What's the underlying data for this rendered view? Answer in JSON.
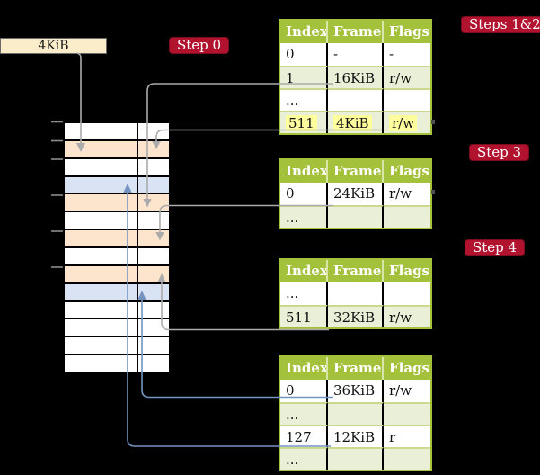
{
  "colors": {
    "background": "#000000",
    "table_header_green": "#a4c13c",
    "table_shaded_row_green": "#eaf0d8",
    "highlight_yellow": "#ffff9e",
    "step_label_crimson": "#b1122e",
    "memory_page_table_peach": "#fde5cd",
    "memory_mapped_page_blue": "#dae3f3",
    "page_size_box_cream": "#fcedca",
    "connector_gray": "#ababab",
    "connector_blue": "#7493c0"
  },
  "page_size_box": {
    "label": "4KiB"
  },
  "step_labels": {
    "step0": "Step 0",
    "steps12": "Steps 1&2",
    "step3": "Step 3",
    "step4": "Step 4"
  },
  "tables": [
    {
      "headers": [
        "Index",
        "Frame",
        "Flags"
      ],
      "rows": [
        {
          "cells": [
            "0",
            "-",
            "-"
          ]
        },
        {
          "cells": [
            "1",
            "16KiB",
            "r/w"
          ]
        },
        {
          "cells": [
            "...",
            "",
            ""
          ]
        },
        {
          "cells": [
            "511",
            "4KiB",
            "r/w"
          ],
          "highlighted": true
        }
      ]
    },
    {
      "headers": [
        "Index",
        "Frame",
        "Flags"
      ],
      "rows": [
        {
          "cells": [
            "0",
            "24KiB",
            "r/w"
          ]
        },
        {
          "cells": [
            "...",
            "",
            ""
          ]
        }
      ]
    },
    {
      "headers": [
        "Index",
        "Frame",
        "Flags"
      ],
      "rows": [
        {
          "cells": [
            "...",
            "",
            ""
          ]
        },
        {
          "cells": [
            "511",
            "32KiB",
            "r/w"
          ]
        }
      ]
    },
    {
      "headers": [
        "Index",
        "Frame",
        "Flags"
      ],
      "rows": [
        {
          "cells": [
            "0",
            "36KiB",
            "r/w"
          ]
        },
        {
          "cells": [
            "...",
            "",
            ""
          ]
        },
        {
          "cells": [
            "127",
            "12KiB",
            "r"
          ]
        },
        {
          "cells": [
            "...",
            "",
            ""
          ]
        }
      ]
    }
  ],
  "memory_column": {
    "rows": [
      "free",
      "page-table",
      "free",
      "mapped-page",
      "page-table",
      "free",
      "page-table",
      "free",
      "page-table",
      "mapped-page",
      "free",
      "free",
      "free",
      "free"
    ]
  },
  "connectors": [
    {
      "from": "page-size-box",
      "to": "memory-row-2-peach",
      "color": "gray"
    },
    {
      "from": "table-1-row-511",
      "to": "memory-row-2-peach",
      "color": "gray"
    },
    {
      "from": "table-1-row-1",
      "to": "memory-row-5-peach",
      "color": "gray"
    },
    {
      "from": "table-2-row-0",
      "to": "memory-row-7-peach",
      "color": "gray"
    },
    {
      "from": "table-3-row-511",
      "to": "memory-row-9-peach",
      "color": "gray"
    },
    {
      "from": "table-4-row-0",
      "to": "memory-row-10-blue",
      "color": "blue"
    },
    {
      "from": "table-4-row-127",
      "to": "memory-row-4-blue",
      "color": "blue"
    }
  ]
}
